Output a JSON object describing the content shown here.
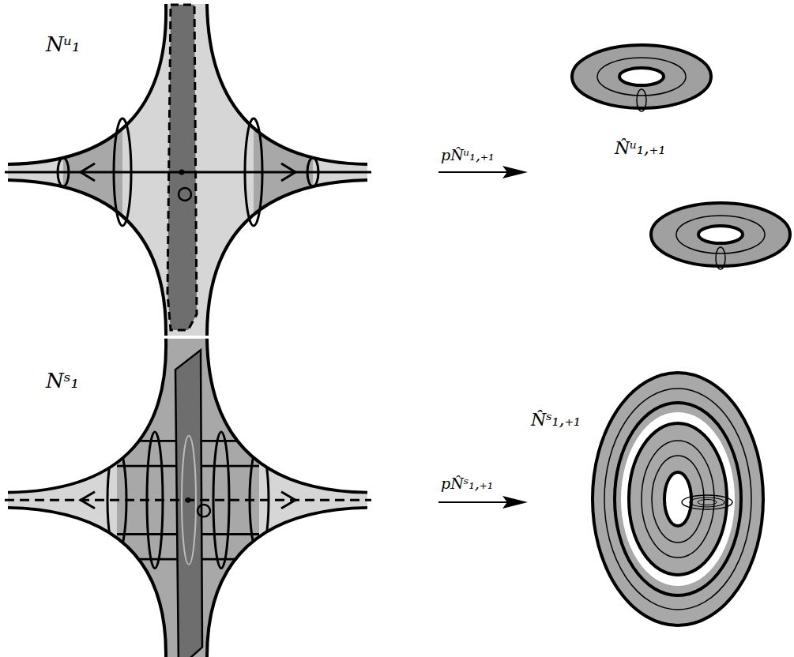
{
  "diagram": {
    "labels": [
      "Nᵘ₁",
      "pN̂ᵘ₁,₊₁",
      "N̂ᵘ₁,₊₁",
      "Nˢ₁",
      "pN̂ˢ₁,₊₁",
      "N̂ˢ₁,₊₁"
    ]
  }
}
